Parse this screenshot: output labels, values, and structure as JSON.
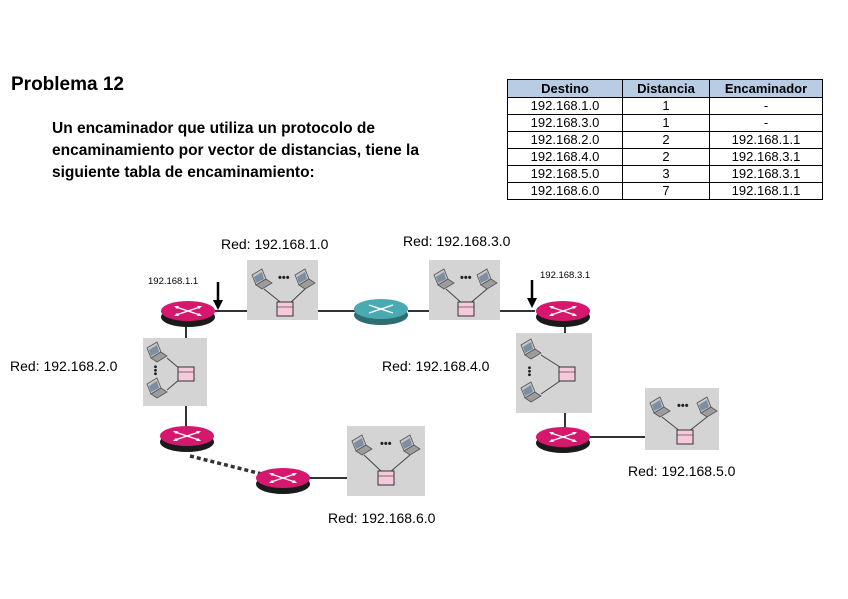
{
  "title": "Problema 12",
  "description": "Un encaminador que utiliza un protocolo de encaminamiento por vector de distancias, tiene la siguiente tabla de encaminamiento:",
  "table": {
    "headers": [
      "Destino",
      "Distancia",
      "Encaminador"
    ],
    "rows": [
      [
        "192.168.1.0",
        "1",
        "-"
      ],
      [
        "192.168.3.0",
        "1",
        "-"
      ],
      [
        "192.168.2.0",
        "2",
        "192.168.1.1"
      ],
      [
        "192.168.4.0",
        "2",
        "192.168.3.1"
      ],
      [
        "192.168.5.0",
        "3",
        "192.168.3.1"
      ],
      [
        "192.168.6.0",
        "7",
        "192.168.1.1"
      ]
    ]
  },
  "networks": {
    "net1": "Red: 192.168.1.0",
    "net2": "Red: 192.168.2.0",
    "net3": "Red: 192.168.3.0",
    "net4": "Red: 192.168.4.0",
    "net5": "Red: 192.168.5.0",
    "net6": "Red: 192.168.6.0"
  },
  "interfaces": {
    "left": "192.168.1.1",
    "right": "192.168.3.1"
  },
  "colors": {
    "router": "#d6176e",
    "router_main": "#4aaab2",
    "table_header": "#b8cce4",
    "lan_box": "#d4d4d4"
  }
}
